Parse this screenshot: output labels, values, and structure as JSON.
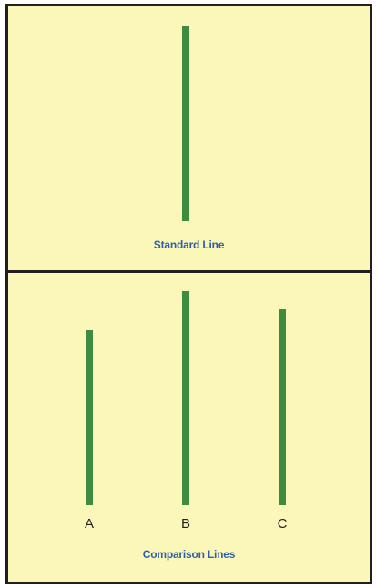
{
  "standard": {
    "caption": "Standard Line"
  },
  "comparison": {
    "caption": "Comparison Lines",
    "labels": [
      "A",
      "B",
      "C"
    ]
  },
  "colors": {
    "background": "#faf7b9",
    "border": "#231f20",
    "line": "#3d8c40",
    "caption": "#2f5fa8",
    "letter": "#231f20"
  }
}
